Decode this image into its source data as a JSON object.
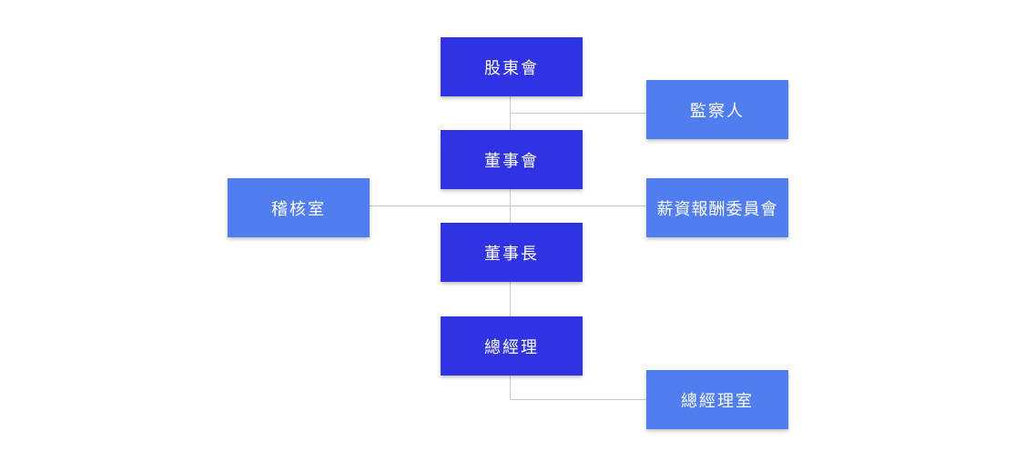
{
  "org_chart": {
    "nodes": {
      "shareholders": "股東會",
      "supervisor": "監察人",
      "board": "董事會",
      "audit": "稽核室",
      "compensation_committee": "薪資報酬委員會",
      "chairman": "董事長",
      "general_manager": "總經理",
      "gm_office": "總經理室"
    },
    "colors": {
      "primary_node": "#2f33e4",
      "secondary_node": "#507ef0",
      "connector": "#c8c8c8",
      "text": "#ffffff"
    }
  }
}
